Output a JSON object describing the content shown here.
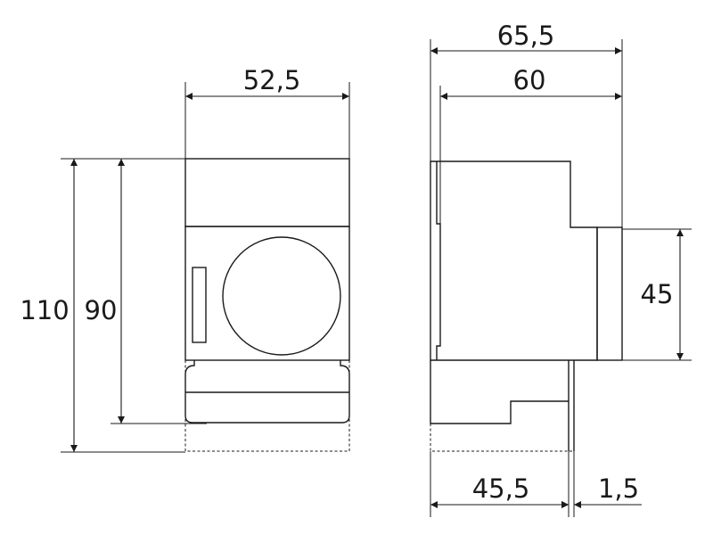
{
  "dimensions": {
    "front_width": "52,5",
    "total_height": "110",
    "body_height": "90",
    "side_depth_total": "65,5",
    "side_depth_body": "60",
    "front_cover_height": "45",
    "base_depth": "45,5",
    "rail_thickness": "1,5"
  }
}
